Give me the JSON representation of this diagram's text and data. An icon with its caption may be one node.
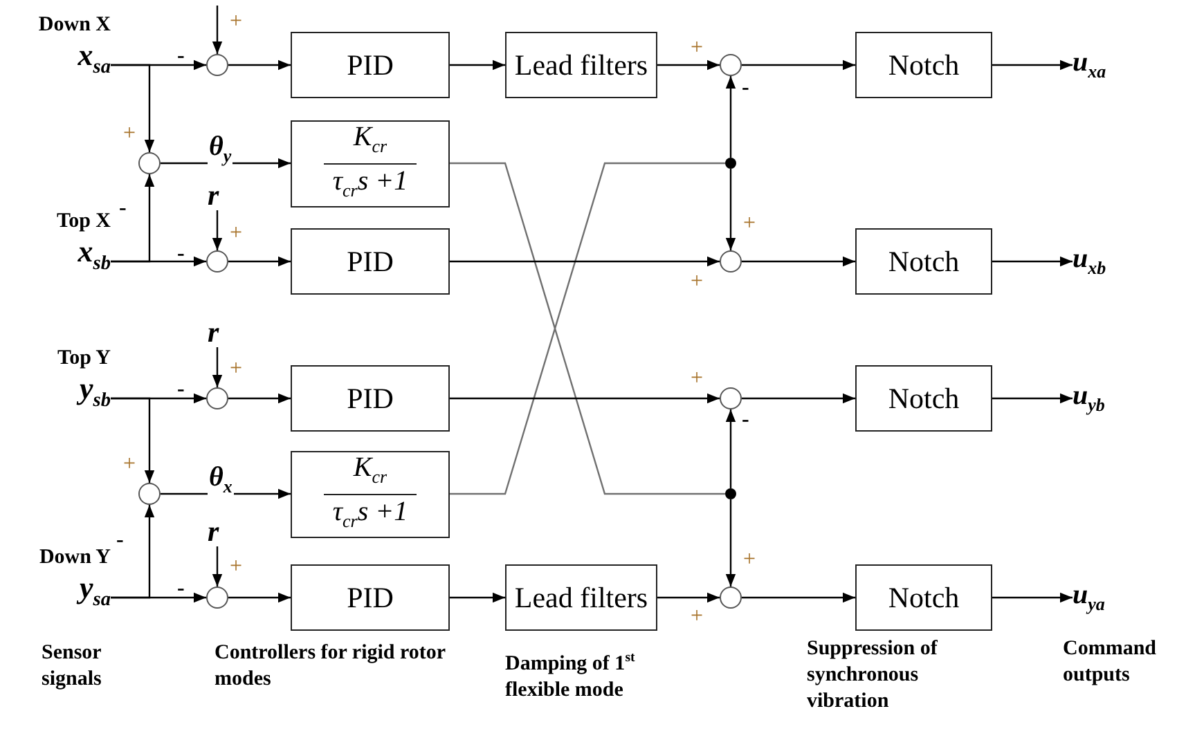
{
  "diagram": {
    "nodes": [
      {
        "text": [
          "Down X",
          "x$_{sa}$"
        ]
      },
      {
        "text": [],
        "shape": "circle"
      },
      {
        "text": [
          "PID"
        ]
      },
      {
        "text": [
          "Lead filters"
        ]
      },
      {
        "text": [],
        "shape": "circle"
      },
      {
        "text": [
          "Notch"
        ]
      },
      {
        "text": [
          "u$_{xa}$"
        ]
      },
      {
        "text": [],
        "shape": "circle"
      },
      {
        "text": [
          "K$_{cr}$",
          "τ$_{cr}$s +1"
        ]
      },
      {
        "text": [],
        "shape": "circle"
      },
      {
        "text": [
          "r"
        ]
      },
      {
        "text": [
          "Top X",
          "x$_{sb}$"
        ]
      },
      {
        "text": [],
        "shape": "circle"
      },
      {
        "text": [
          "PID"
        ]
      },
      {
        "text": [],
        "shape": "circle"
      },
      {
        "text": [
          "Notch"
        ]
      },
      {
        "text": [
          "u$_{xb}$"
        ]
      },
      {
        "text": [
          "r"
        ]
      },
      {
        "text": [
          "Top Y",
          "y$_{sb}$"
        ]
      },
      {
        "text": [],
        "shape": "circle"
      },
      {
        "text": [
          "PID"
        ]
      },
      {
        "text": [],
        "shape": "circle"
      },
      {
        "text": [
          "Notch"
        ]
      },
      {
        "text": [
          "u$_{yb}$"
        ]
      },
      {
        "text": [],
        "shape": "circle"
      },
      {
        "text": [
          "K$_{cr}$",
          "τ$_{cr}$s +1"
        ]
      },
      {
        "text": [],
        "shape": "circle"
      },
      {
        "text": [
          "r"
        ]
      },
      {
        "text": [
          "Down Y",
          "y$_{sa}$"
        ]
      },
      {
        "text": [],
        "shape": "circle"
      },
      {
        "text": [
          "PID"
        ]
      },
      {
        "text": [
          "Lead filters"
        ]
      },
      {
        "text": [],
        "shape": "circle"
      },
      {
        "text": [
          "Notch"
        ]
      },
      {
        "text": [
          "u$_{ya}$"
        ]
      }
    ],
    "edges": [
      {
        "from": null,
        "to": 1,
        "arrow": "to"
      },
      {
        "from": 0,
        "to": 1,
        "arrow": "to"
      },
      {
        "from": 0,
        "to": 7,
        "arrow": "to"
      },
      {
        "from": 1,
        "to": 2,
        "arrow": "to"
      },
      {
        "from": 2,
        "to": 3,
        "arrow": "to"
      },
      {
        "from": 3,
        "to": 4,
        "arrow": "to"
      },
      {
        "from": 4,
        "to": 5,
        "arrow": "to"
      },
      {
        "from": 5,
        "to": 6,
        "arrow": "to"
      },
      {
        "from": 7,
        "to": 8,
        "arrow": "to",
        "label": "θ$_{y}$"
      },
      {
        "from": 8,
        "to": 26,
        "arrow": "none",
        "color": "#707070"
      },
      {
        "from": 25,
        "to": 9,
        "arrow": "none",
        "color": "#707070"
      },
      {
        "from": 9,
        "to": 4,
        "arrow": "to"
      },
      {
        "from": 9,
        "to": 14,
        "arrow": "to"
      },
      {
        "from": 10,
        "to": 12,
        "arrow": "to"
      },
      {
        "from": 11,
        "to": 12,
        "arrow": "to"
      },
      {
        "from": 11,
        "to": 7,
        "arrow": "to"
      },
      {
        "from": 12,
        "to": 13,
        "arrow": "to"
      },
      {
        "from": 13,
        "to": 14,
        "arrow": "to"
      },
      {
        "from": 14,
        "to": 15,
        "arrow": "to"
      },
      {
        "from": 15,
        "to": 16,
        "arrow": "to"
      },
      {
        "from": 17,
        "to": 19,
        "arrow": "to"
      },
      {
        "from": 18,
        "to": 19,
        "arrow": "to"
      },
      {
        "from": 18,
        "to": 24,
        "arrow": "to"
      },
      {
        "from": 19,
        "to": 20,
        "arrow": "to"
      },
      {
        "from": 20,
        "to": 21,
        "arrow": "to"
      },
      {
        "from": 21,
        "to": 22,
        "arrow": "to"
      },
      {
        "from": 22,
        "to": 23,
        "arrow": "to"
      },
      {
        "from": 24,
        "to": 25,
        "arrow": "to",
        "label": "θ$_{x}$"
      },
      {
        "from": 26,
        "to": 21,
        "arrow": "to"
      },
      {
        "from": 26,
        "to": 32,
        "arrow": "to"
      },
      {
        "from": 27,
        "to": 29,
        "arrow": "to"
      },
      {
        "from": 28,
        "to": 29,
        "arrow": "to"
      },
      {
        "from": 28,
        "to": 24,
        "arrow": "to"
      },
      {
        "from": 29,
        "to": 30,
        "arrow": "to"
      },
      {
        "from": 30,
        "to": 31,
        "arrow": "to"
      },
      {
        "from": 31,
        "to": 32,
        "arrow": "to"
      },
      {
        "from": 32,
        "to": 33,
        "arrow": "to"
      },
      {
        "from": 33,
        "to": 34,
        "arrow": "to"
      }
    ],
    "labels": [
      "+",
      "-",
      "+",
      "-",
      "+",
      "-",
      "+",
      "-",
      "+",
      "+",
      "+",
      "-",
      "+",
      "-",
      "+",
      "-",
      "+",
      "-",
      "+",
      "+",
      "Sensor signals",
      "Controllers for rigid rotor modes",
      "Damping of 1$^{st}$ flexible mode",
      "Suppression of synchronous vibration",
      "Command outputs"
    ]
  }
}
